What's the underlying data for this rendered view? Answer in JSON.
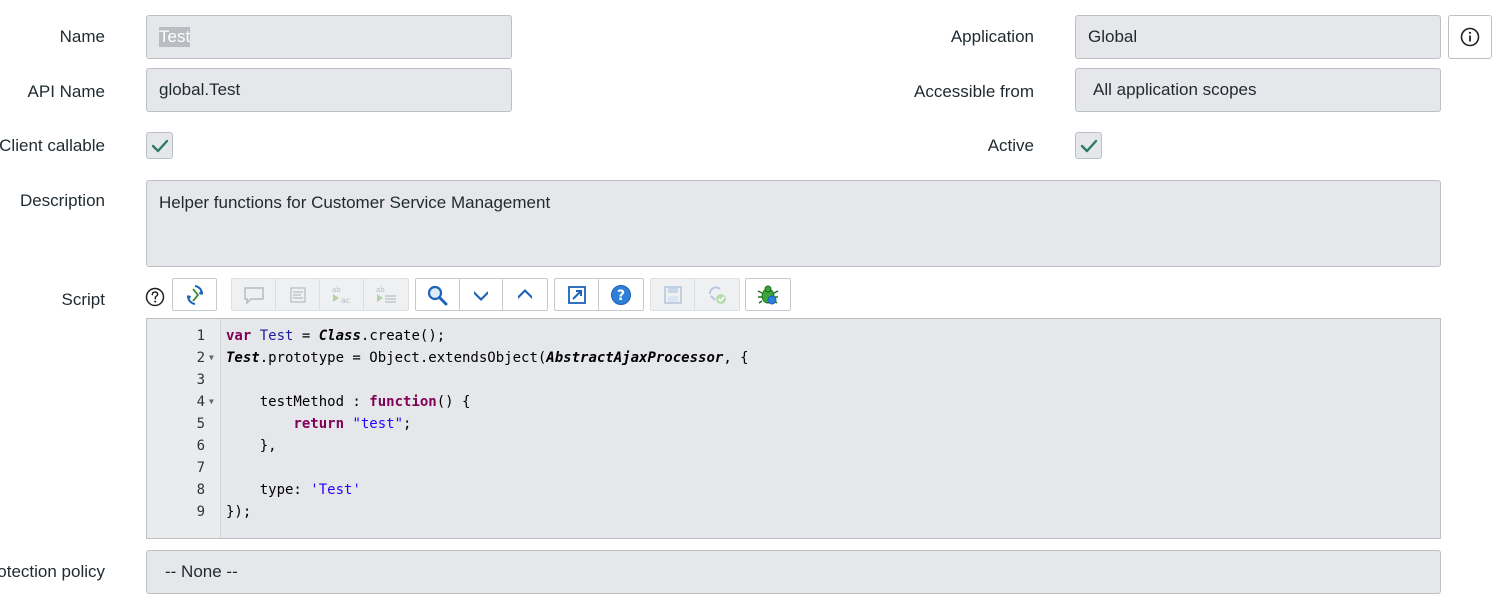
{
  "form": {
    "name_label": "Name",
    "name_value": "Test",
    "application_label": "Application",
    "application_value": "Global",
    "api_name_label": "API Name",
    "api_name_value": "global.Test",
    "accessible_from_label": "Accessible from",
    "accessible_from_value": "All application scopes",
    "client_callable_label": "Client callable",
    "client_callable_checked": true,
    "active_label": "Active",
    "active_checked": true,
    "description_label": "Description",
    "description_value": "Helper functions for Customer Service Management",
    "script_label": "Script",
    "protection_policy_label": "otection policy",
    "protection_policy_value": "-- None --"
  },
  "script": {
    "lines": [
      {
        "num": "1",
        "fold": false
      },
      {
        "num": "2",
        "fold": true
      },
      {
        "num": "3",
        "fold": false
      },
      {
        "num": "4",
        "fold": true
      },
      {
        "num": "5",
        "fold": false
      },
      {
        "num": "6",
        "fold": false
      },
      {
        "num": "7",
        "fold": false
      },
      {
        "num": "8",
        "fold": false
      },
      {
        "num": "9",
        "fold": false
      }
    ],
    "tokens": {
      "l1_var": "var",
      "l1_name": "Test",
      "l1_eq": " = ",
      "l1_class": "Class",
      "l1_rest": ".create();",
      "l2_name": "Test",
      "l2_mid": ".prototype = Object.extendsObject(",
      "l2_cls": "AbstractAjaxProcessor",
      "l2_end": ", {",
      "l4_ind": "    testMethod : ",
      "l4_fn": "function",
      "l4_end": "() {",
      "l5_ind": "        ",
      "l5_ret": "return",
      "l5_sp": " ",
      "l5_str": "\"test\"",
      "l5_end": ";",
      "l6": "    },",
      "l8_ind": "    type: ",
      "l8_str": "'Test'",
      "l9": "});"
    }
  },
  "toolbar": {
    "icons": [
      "help-circle-icon",
      "toggle-syntax-icon",
      "comment-icon",
      "format-icon",
      "replace-icon",
      "replace-all-icon",
      "search-icon",
      "next-icon",
      "previous-icon",
      "fullscreen-icon",
      "help-icon",
      "save-icon",
      "validate-icon",
      "debug-icon"
    ]
  },
  "colors": {
    "field_bg": "#e5e7ea",
    "check_color": "#2e7b63",
    "keyword": "#7f0055",
    "string": "#2a00ff",
    "toolbar_blue": "#1b63b8"
  }
}
